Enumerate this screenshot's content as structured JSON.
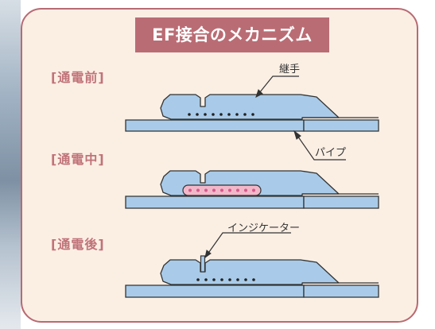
{
  "title": "EF接合のメカニズム",
  "stages": [
    {
      "label": "[通電前]"
    },
    {
      "label": "[通電中]"
    },
    {
      "label": "[通電後]"
    }
  ],
  "callouts": {
    "fitting": "継手",
    "pipe": "パイプ",
    "indicator": "インジケーター"
  },
  "colors": {
    "panel_background": "#fbefe4",
    "panel_border": "#b86a73",
    "title_background": "#ba6c74",
    "stage_label": "#c07379",
    "part_fill": "#a9cbe9",
    "part_stroke": "#333333",
    "heating_wire_fill": "#f2b8c9",
    "heating_wire_stroke": "#d65a8a"
  }
}
